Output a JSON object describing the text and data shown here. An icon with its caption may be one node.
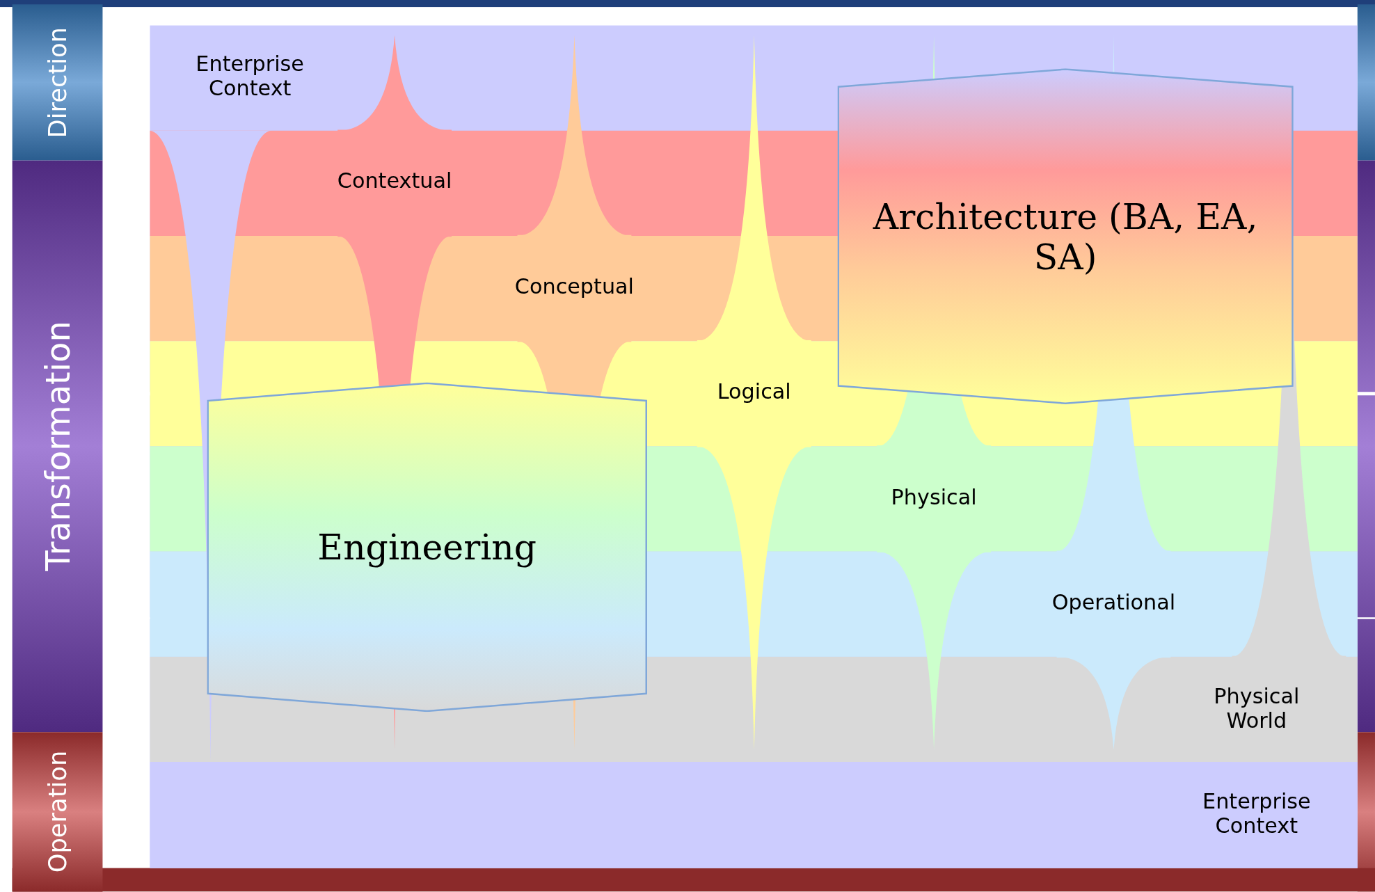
{
  "diagram": {
    "nodes": [
      {
        "text": [
          "Direction"
        ]
      },
      {
        "text": [
          "Transformation"
        ]
      },
      {
        "text": [
          "Operation"
        ]
      },
      {
        "text": [
          "Enterprise Context"
        ]
      },
      {
        "text": [
          "Contextual"
        ]
      },
      {
        "text": [
          "Conceptual"
        ]
      },
      {
        "text": [
          "Logical"
        ]
      },
      {
        "text": [
          "Physical"
        ]
      },
      {
        "text": [
          "Operational"
        ]
      },
      {
        "text": [
          "Physical World"
        ]
      },
      {
        "text": [
          "Enterprise Context"
        ]
      },
      {
        "text": [
          "Architecture (BA, EA, SA)"
        ]
      },
      {
        "text": [
          "Engineering"
        ]
      }
    ],
    "edges": []
  }
}
